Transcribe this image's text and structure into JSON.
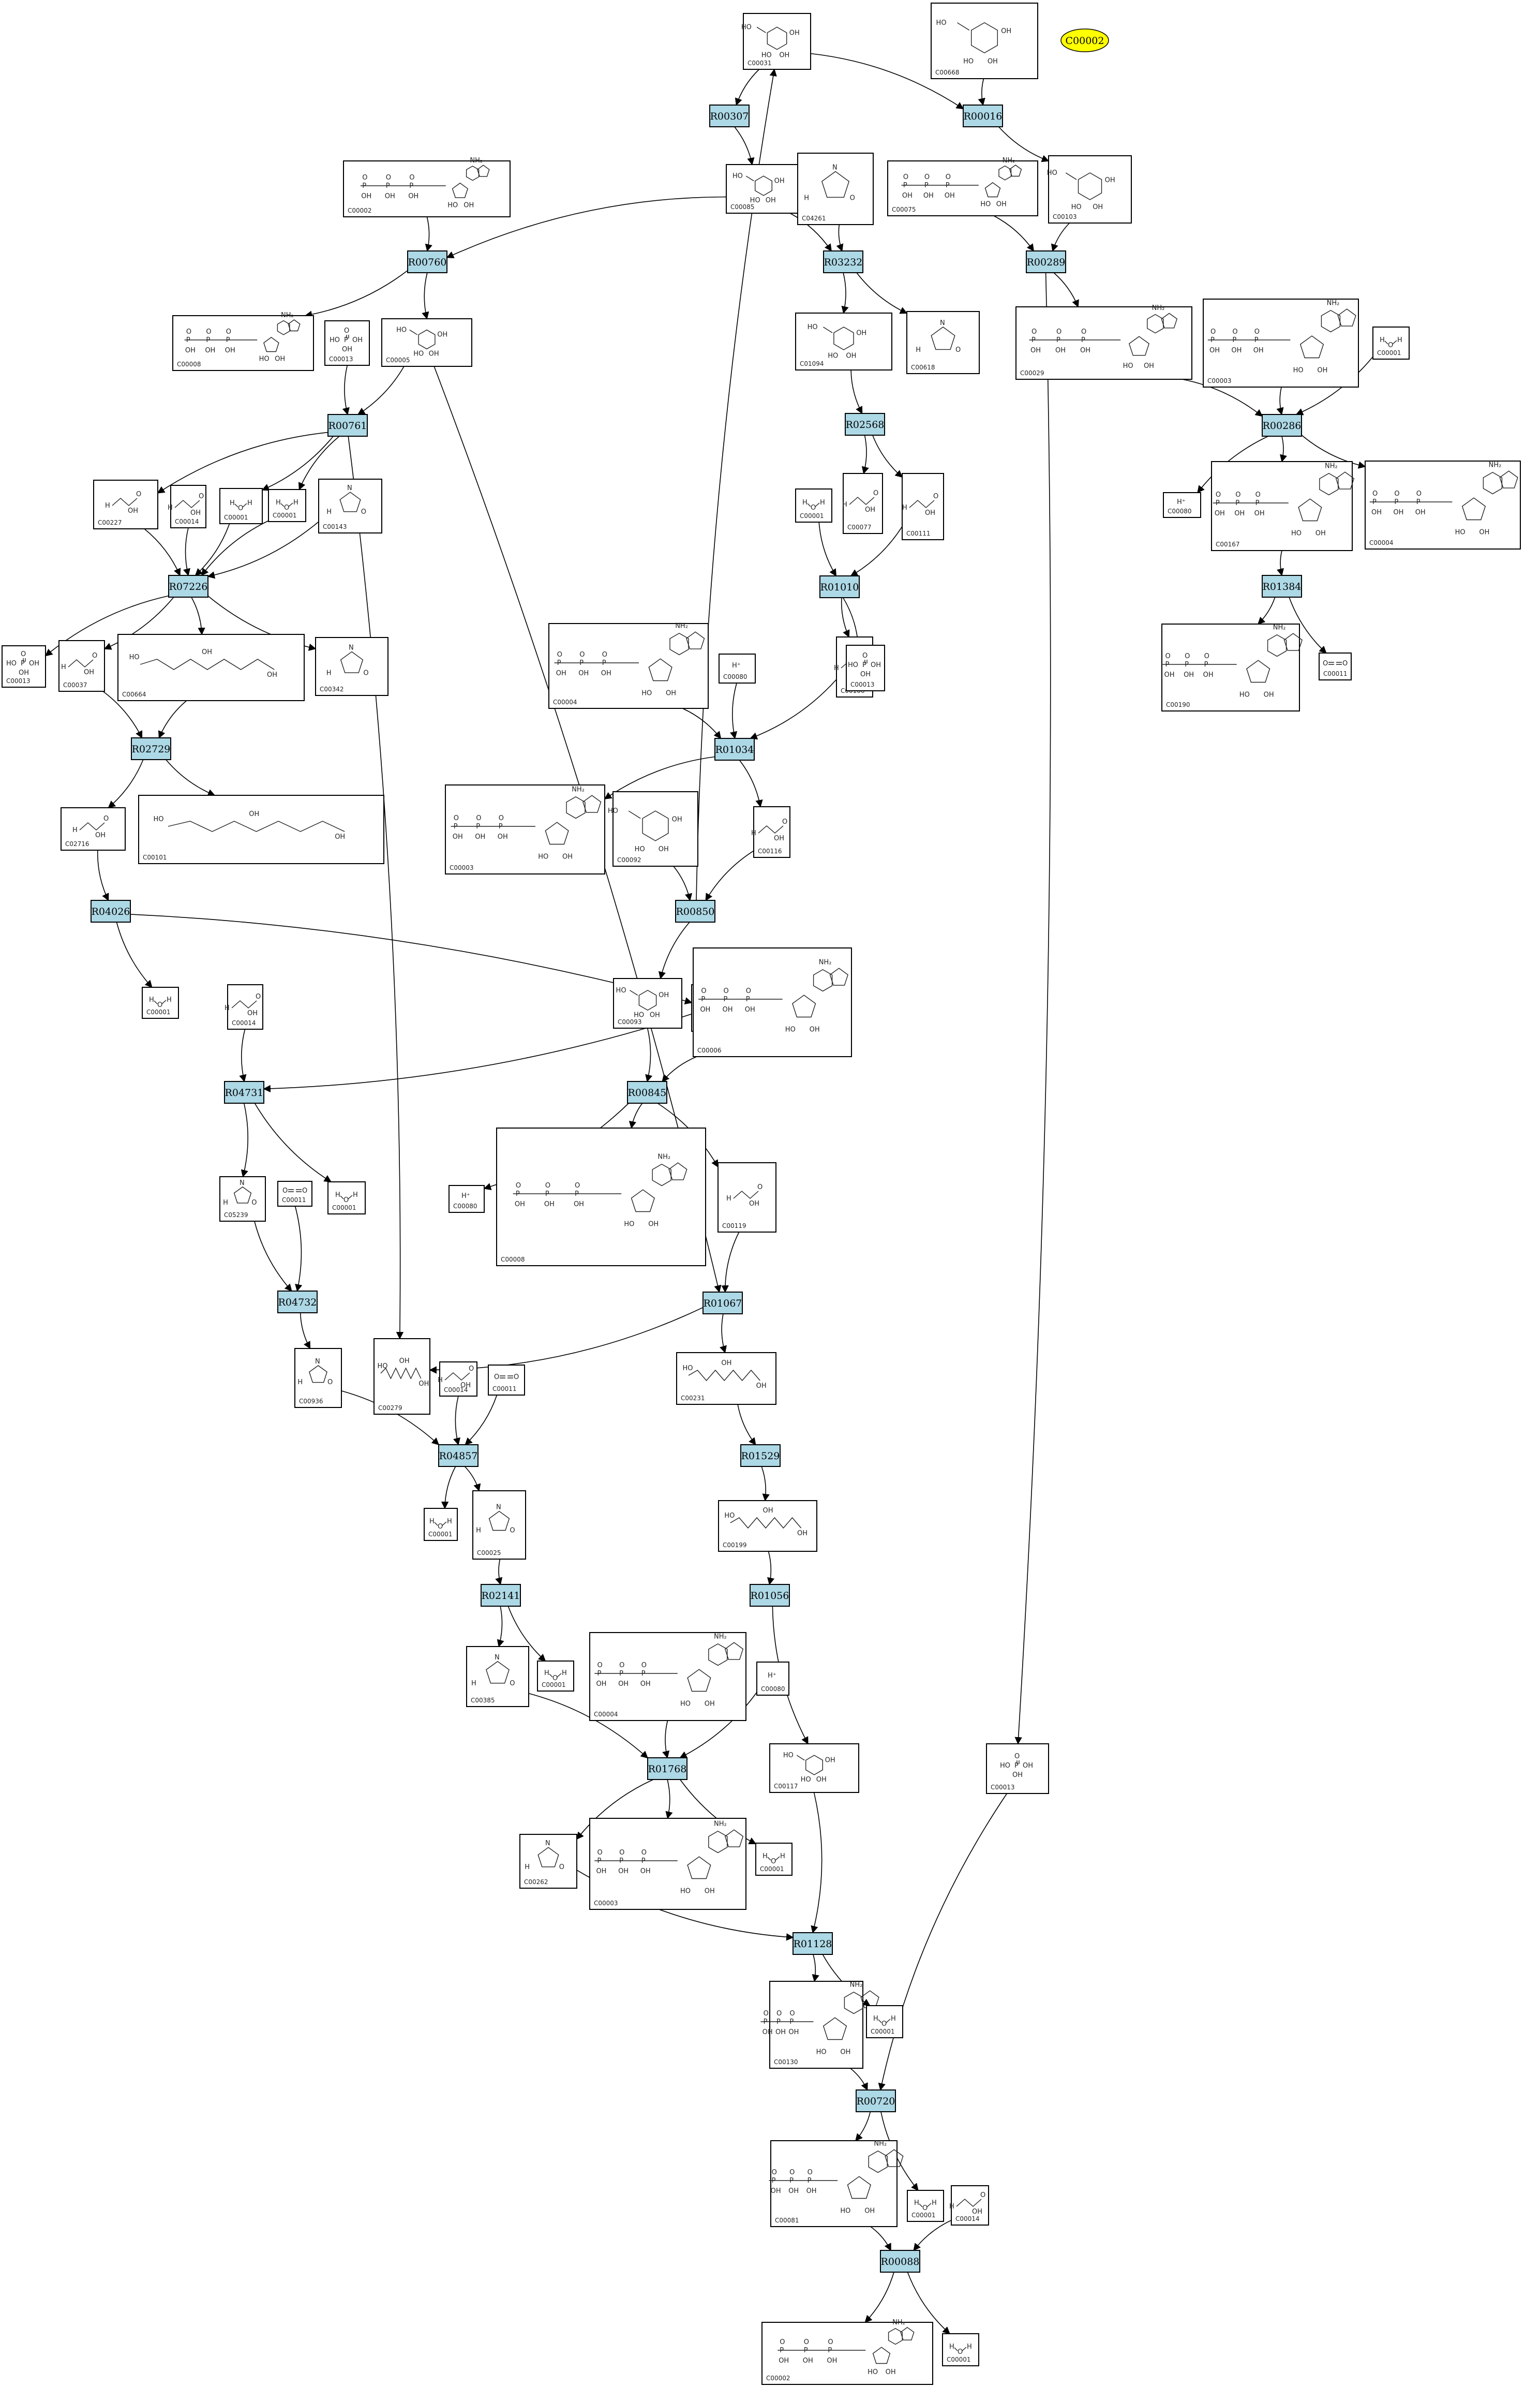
{
  "colors": {
    "reaction_fill": "#add8e6",
    "compound_fill": "#ffffff",
    "stroke": "#000000",
    "selected_fill": "#ffff00"
  },
  "selected_compound": "C00002",
  "reactions": [
    "R00307",
    "R00016",
    "R00760",
    "R03232",
    "R00289",
    "R00761",
    "R02568",
    "R00286",
    "R07226",
    "R01010",
    "R01384",
    "R02729",
    "R01034",
    "R04026",
    "R00850",
    "R04731",
    "R00845",
    "R04732",
    "R01067",
    "R04857",
    "R01529",
    "R02141",
    "R01056",
    "R01768",
    "R01128",
    "R00720",
    "R00088"
  ],
  "compounds": [
    "C00031",
    "C00668",
    "C00085",
    "C00002",
    "C04261",
    "C00075",
    "C00103",
    "C00008",
    "C00013",
    "C00005",
    "C01094",
    "C00618",
    "C00029",
    "C00003",
    "C00001",
    "C00227",
    "C00014",
    "C00001",
    "C00001",
    "C00143",
    "C00077",
    "C00111",
    "C00080",
    "C00167",
    "C00004",
    "C00001",
    "C00013",
    "C00037",
    "C00664",
    "C00342",
    "C00004",
    "C00080",
    "C00106",
    "C00013",
    "C00190",
    "C00011",
    "C02716",
    "C00101",
    "C00003",
    "C00092",
    "C00116",
    "C00189",
    "C00001",
    "C00014",
    "C00093",
    "C00006",
    "C05239",
    "C00011",
    "C00001",
    "C00080",
    "C00008",
    "C00119",
    "C00936",
    "C00279",
    "C00014",
    "C00011",
    "C00231",
    "C00001",
    "C00025",
    "C00199",
    "C00385",
    "C00001",
    "C00004",
    "C00080",
    "C00117",
    "C00013",
    "C00262",
    "C00003",
    "C00001",
    "C00130",
    "C00001",
    "C00081",
    "C00001",
    "C00014",
    "C00002",
    "C00001"
  ]
}
